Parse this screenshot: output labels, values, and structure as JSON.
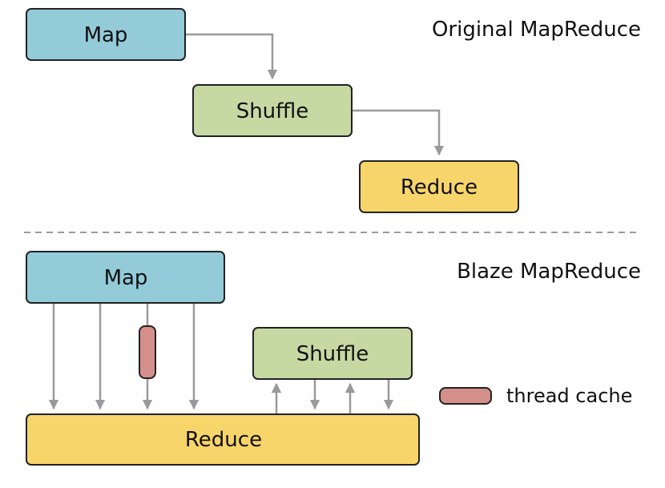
{
  "original": {
    "title": "Original MapReduce",
    "map_label": "Map",
    "shuffle_label": "Shuffle",
    "reduce_label": "Reduce"
  },
  "blaze": {
    "title": "Blaze MapReduce",
    "map_label": "Map",
    "shuffle_label": "Shuffle",
    "reduce_label": "Reduce"
  },
  "legend": {
    "thread_cache_label": "thread cache"
  },
  "colors": {
    "map": "#93cbd9",
    "shuffle": "#c6d9a3",
    "reduce": "#f8d56a",
    "thread_cache": "#d48f8a",
    "arrow": "#9a9a9a"
  }
}
